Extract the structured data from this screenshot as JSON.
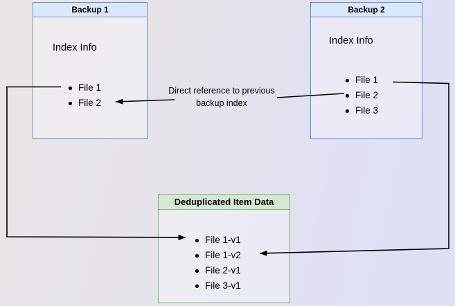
{
  "diagram": {
    "backup1": {
      "title": "Backup 1",
      "label": "Index Info",
      "items": [
        "File 1",
        "File 2"
      ]
    },
    "backup2": {
      "title": "Backup 2",
      "label": "Index Info",
      "items": [
        "File 1",
        "File 2",
        "File 3"
      ]
    },
    "dedup": {
      "title": "Deduplicated Item Data",
      "items": [
        "File 1-v1",
        "File 1-v2",
        "File 2-v1",
        "File 3-v1"
      ]
    },
    "annotation": {
      "text": "Direct reference to previous backup index"
    },
    "colors": {
      "blue_fill": "#dae8fc",
      "blue_border": "#6c8ebf",
      "green_fill": "#d5e8d4",
      "green_border": "#82b366",
      "arrow_color": "#000000"
    }
  }
}
